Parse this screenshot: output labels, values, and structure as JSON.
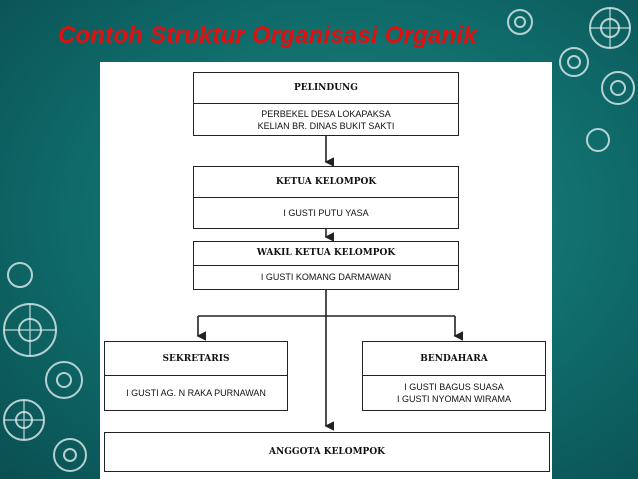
{
  "slide": {
    "title": "Contoh Struktur Organisasi Organik"
  },
  "org": {
    "pelindung": {
      "title": "PELINDUNG",
      "lines": [
        "PERBEKEL DESA LOKAPAKSA",
        "KELIAN BR. DINAS BUKIT SAKTI"
      ]
    },
    "ketua": {
      "title": "KETUA KELOMPOK",
      "lines": [
        "I GUSTI PUTU YASA"
      ]
    },
    "wakil": {
      "title": "WAKIL KETUA KELOMPOK",
      "lines": [
        "I GUSTI KOMANG DARMAWAN"
      ]
    },
    "sekretaris": {
      "title": "SEKRETARIS",
      "lines": [
        "I GUSTI AG. N RAKA PURNAWAN"
      ]
    },
    "bendahara": {
      "title": "BENDAHARA",
      "lines": [
        "I GUSTI BAGUS SUASA",
        "I GUSTI NYOMAN WIRAMA"
      ]
    },
    "anggota": {
      "title": "ANGGOTA KELOMPOK"
    }
  },
  "colors": {
    "title": "#e01010",
    "background": "#0f6b6a",
    "ornament": "#dfeeee"
  }
}
